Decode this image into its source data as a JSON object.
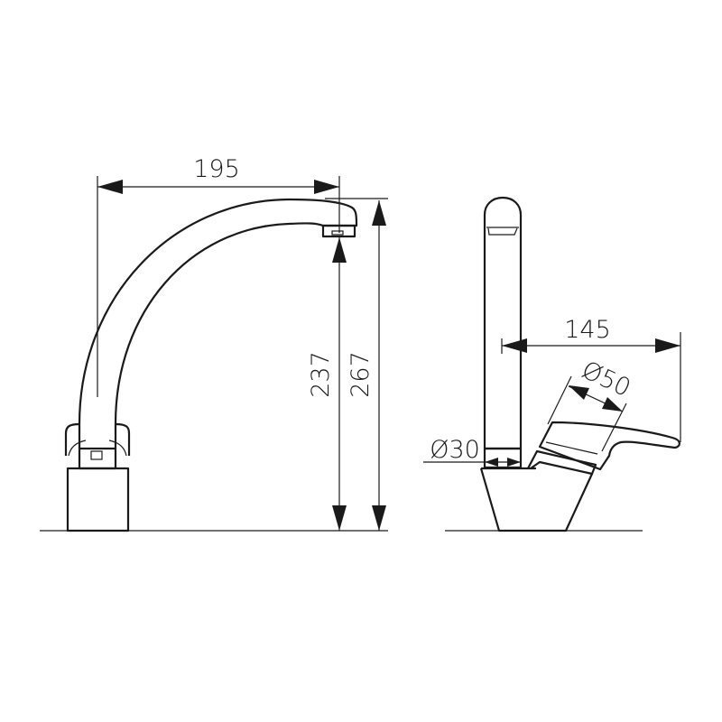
{
  "dimensions": {
    "spout_reach": "195",
    "spout_height": "237",
    "total_height": "267",
    "lever_reach": "145",
    "lever_diameter": "Ø50",
    "tube_diameter": "Ø30"
  },
  "colors": {
    "line": "#1a1a1a",
    "background": "#ffffff"
  }
}
